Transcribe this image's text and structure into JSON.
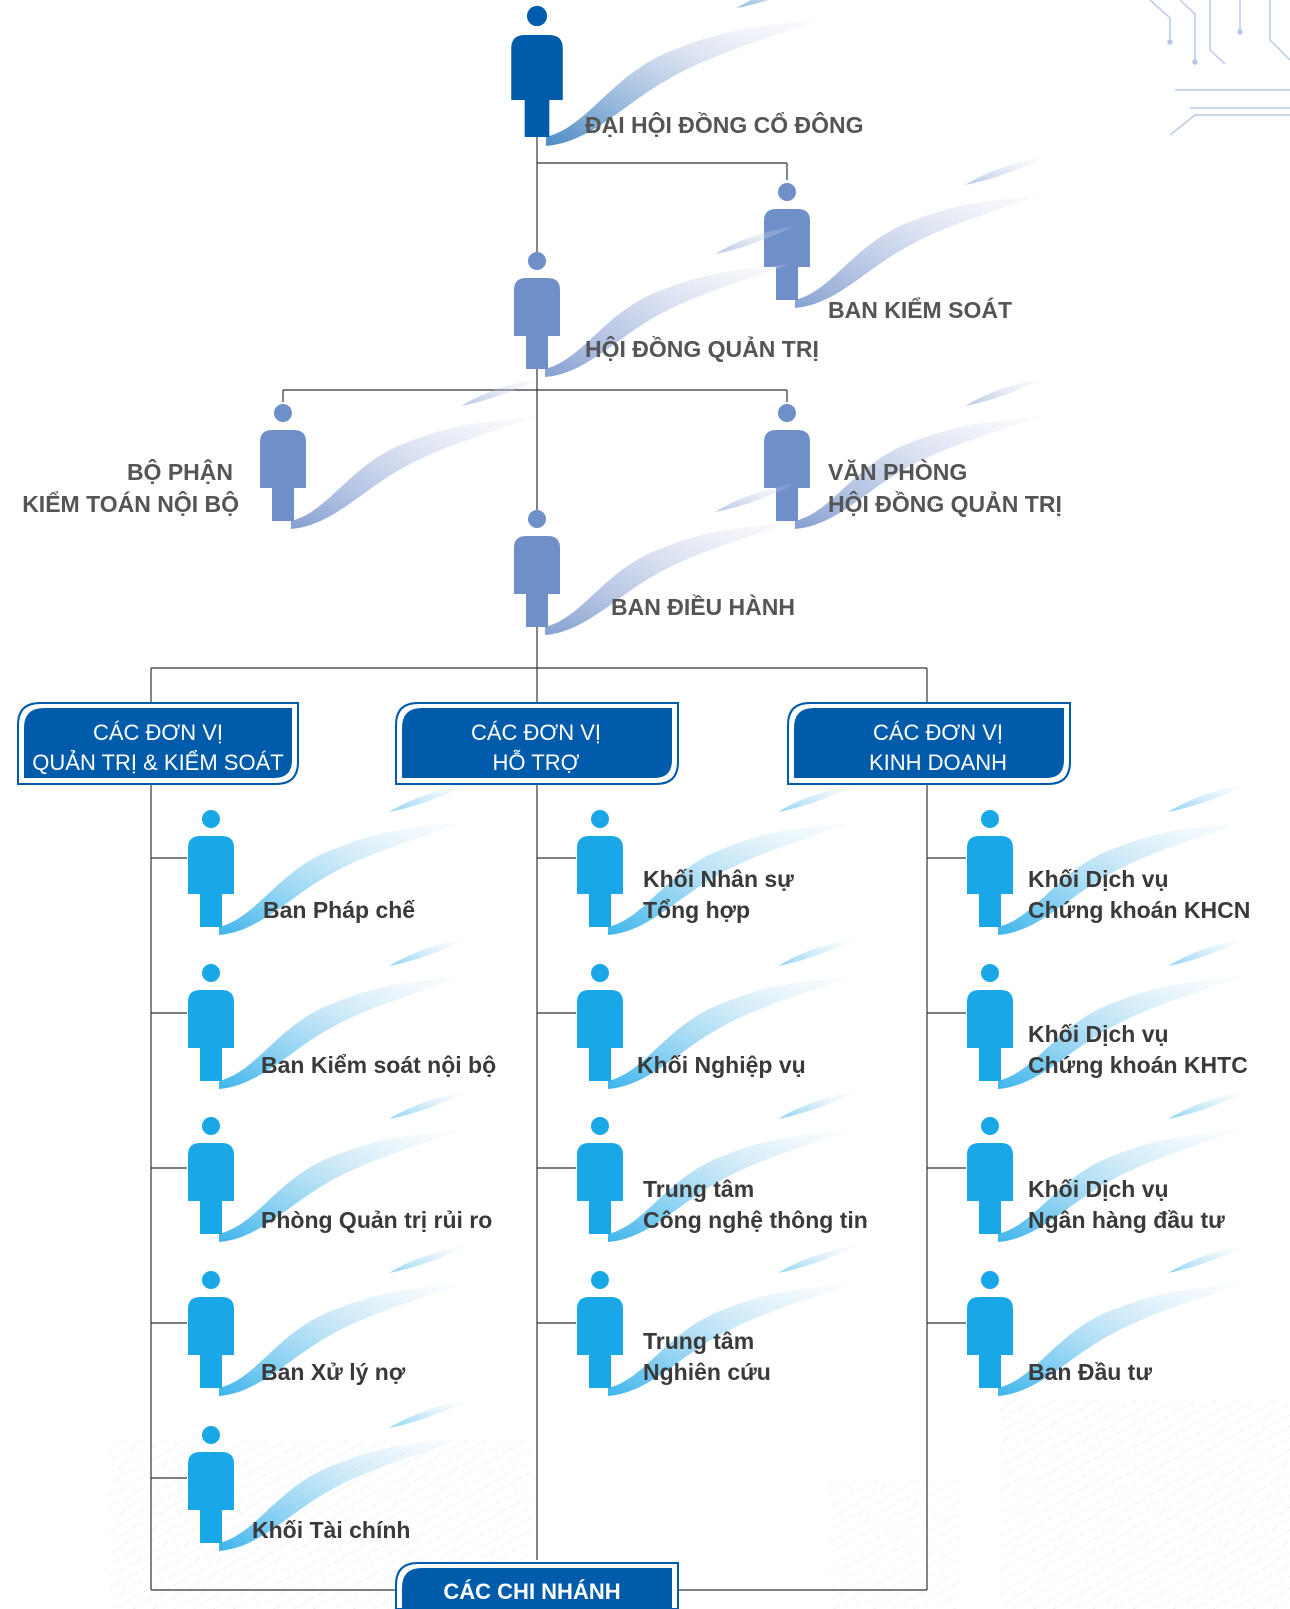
{
  "colors": {
    "top": "#005baa",
    "mid": "#6f8fc9",
    "unit": "#1aa7e8",
    "header_bg": "#005baa",
    "line": "#333333"
  },
  "top": {
    "shareholders": "ĐẠI HỘI ĐỒNG CỔ ĐÔNG",
    "supervisory": "BAN KIỂM SOÁT",
    "board": "HỘI ĐỒNG QUẢN TRỊ",
    "audit_line1": "BỘ PHẬN",
    "audit_line2": "KIỂM TOÁN NỘI BỘ",
    "office_line1": "VĂN PHÒNG",
    "office_line2": "HỘI ĐỒNG QUẢN TRỊ",
    "executive": "BAN ĐIỀU HÀNH"
  },
  "groups": [
    {
      "line1": "CÁC ĐƠN VỊ",
      "line2": "QUẢN TRỊ & KIỂM SOÁT",
      "units": [
        [
          "Ban Pháp chế"
        ],
        [
          "Ban Kiểm soát nội bộ"
        ],
        [
          "Phòng Quản trị rủi ro"
        ],
        [
          "Ban Xử lý nợ"
        ],
        [
          "Khối Tài chính"
        ]
      ]
    },
    {
      "line1": "CÁC ĐƠN VỊ",
      "line2": "HỖ TRỢ",
      "units": [
        [
          "Khối Nhân sự",
          "Tổng hợp"
        ],
        [
          "Khối Nghiệp vụ"
        ],
        [
          "Trung tâm",
          "Công nghệ thông tin"
        ],
        [
          "Trung tâm",
          "Nghiên cứu"
        ]
      ]
    },
    {
      "line1": "CÁC ĐƠN VỊ",
      "line2": "KINH DOANH",
      "units": [
        [
          "Khối Dịch vụ",
          "Chứng khoán  KHCN"
        ],
        [
          "Khối Dịch vụ",
          "Chứng khoán KHTC"
        ],
        [
          "Khối Dịch vụ",
          "Ngân hàng đầu tư"
        ],
        [
          "Ban Đầu tư"
        ]
      ]
    }
  ],
  "branches": "CÁC CHI NHÁNH"
}
